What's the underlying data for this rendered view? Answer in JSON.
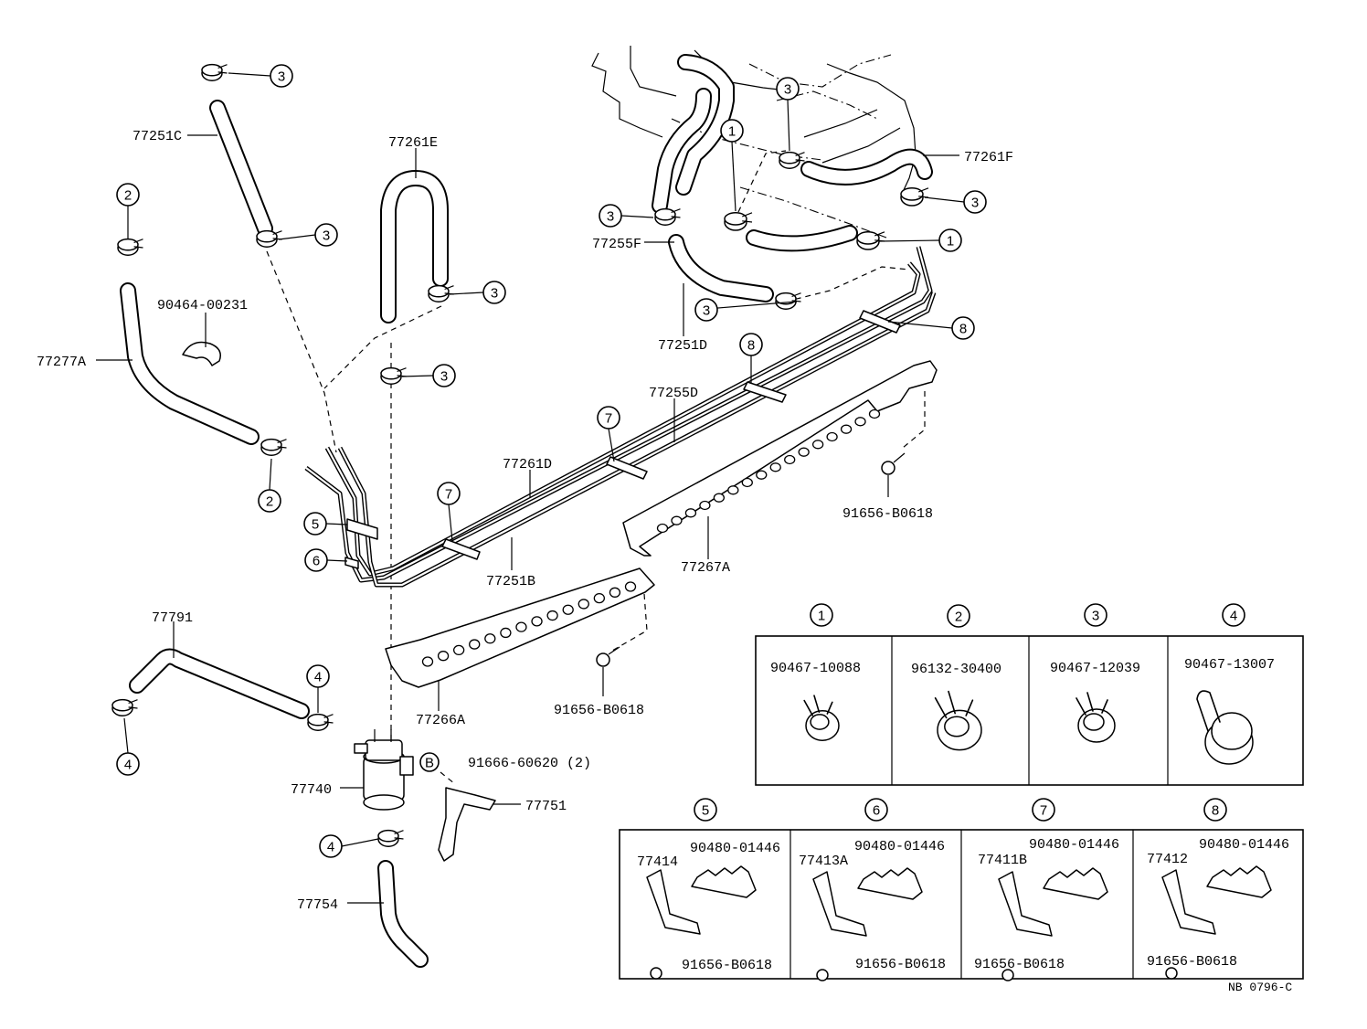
{
  "parts": {
    "p77251C": "77251C",
    "p77261E": "77261E",
    "p77261F": "77261F",
    "p77255F": "77255F",
    "p77251D": "77251D",
    "p90464": "90464-00231",
    "p77277A": "77277A",
    "p77255D": "77255D",
    "p77261D": "77261D",
    "p77251B": "77251B",
    "p77267A": "77267A",
    "p91656a": "91656-B0618",
    "p91656b": "91656-B0618",
    "p77791": "77791",
    "p77266A": "77266A",
    "p77740": "77740",
    "p91666": "91666-60620 (2)",
    "p77751": "77751",
    "p77754": "77754"
  },
  "callouts": {
    "c3a": "3",
    "c3b": "3",
    "c3c": "3",
    "c3d": "3",
    "c3e": "3",
    "c3f": "3",
    "c3g": "3",
    "c3h": "3",
    "c2a": "2",
    "c2b": "2",
    "c1a": "1",
    "c1b": "1",
    "c8a": "8",
    "c8b": "8",
    "c7a": "7",
    "c7b": "7",
    "c5": "5",
    "c6": "6",
    "c4a": "4",
    "c4b": "4",
    "c4c": "4",
    "cB": "B"
  },
  "clamp_table": {
    "headers": [
      "1",
      "2",
      "3",
      "4"
    ],
    "parts": [
      "90467-10088",
      "96132-30400",
      "90467-12039",
      "90467-13007"
    ]
  },
  "bracket_table": {
    "headers": [
      "5",
      "6",
      "7",
      "8"
    ],
    "clamp": [
      "90480-01446",
      "90480-01446",
      "90480-01446",
      "90480-01446"
    ],
    "bracket": [
      "77414",
      "77413A",
      "77411B",
      "77412"
    ],
    "bolt": [
      "91656-B0618",
      "91656-B0618",
      "91656-B0618",
      "91656-B0618"
    ]
  },
  "ref": "NB 0796-C"
}
